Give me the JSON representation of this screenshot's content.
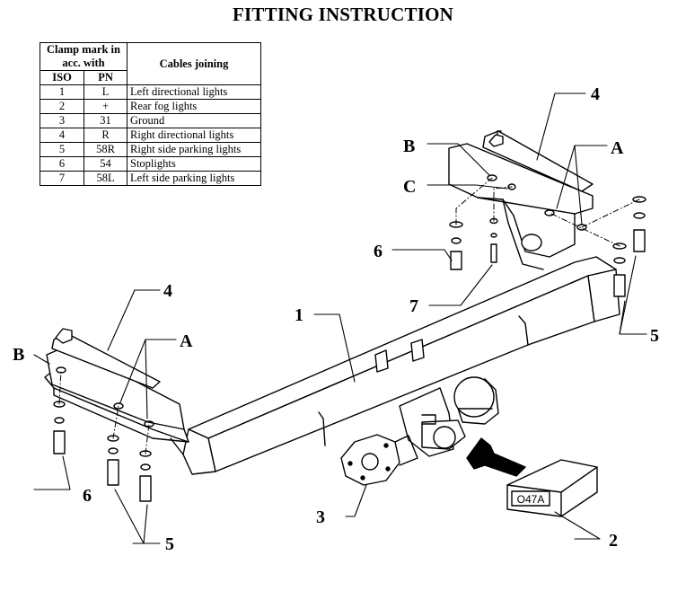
{
  "title": "FITTING INSTRUCTION",
  "table": {
    "header_clamp": "Clamp mark in acc. with",
    "header_cables": "Cables joining",
    "header_iso": "ISO",
    "header_pn": "PN",
    "rows": [
      {
        "iso": "1",
        "pn": "L",
        "desc": "Left directional lights"
      },
      {
        "iso": "2",
        "pn": "+",
        "desc": "Rear fog lights"
      },
      {
        "iso": "3",
        "pn": "31",
        "desc": "Ground"
      },
      {
        "iso": "4",
        "pn": "R",
        "desc": "Right directional lights"
      },
      {
        "iso": "5",
        "pn": "58R",
        "desc": "Right side parking lights"
      },
      {
        "iso": "6",
        "pn": "54",
        "desc": "Stoplights"
      },
      {
        "iso": "7",
        "pn": "58L",
        "desc": "Left side parking lights"
      }
    ]
  },
  "labels": {
    "p1": "1",
    "p2": "2",
    "p3": "3",
    "p4_right": "4",
    "p4_left": "4",
    "p5_right": "5",
    "p5_left": "5",
    "p6_right": "6",
    "p6_left": "6",
    "p7": "7",
    "a_right": "A",
    "a_left": "A",
    "b_right": "B",
    "b_left": "B",
    "c": "C"
  },
  "box_code": "O47A"
}
